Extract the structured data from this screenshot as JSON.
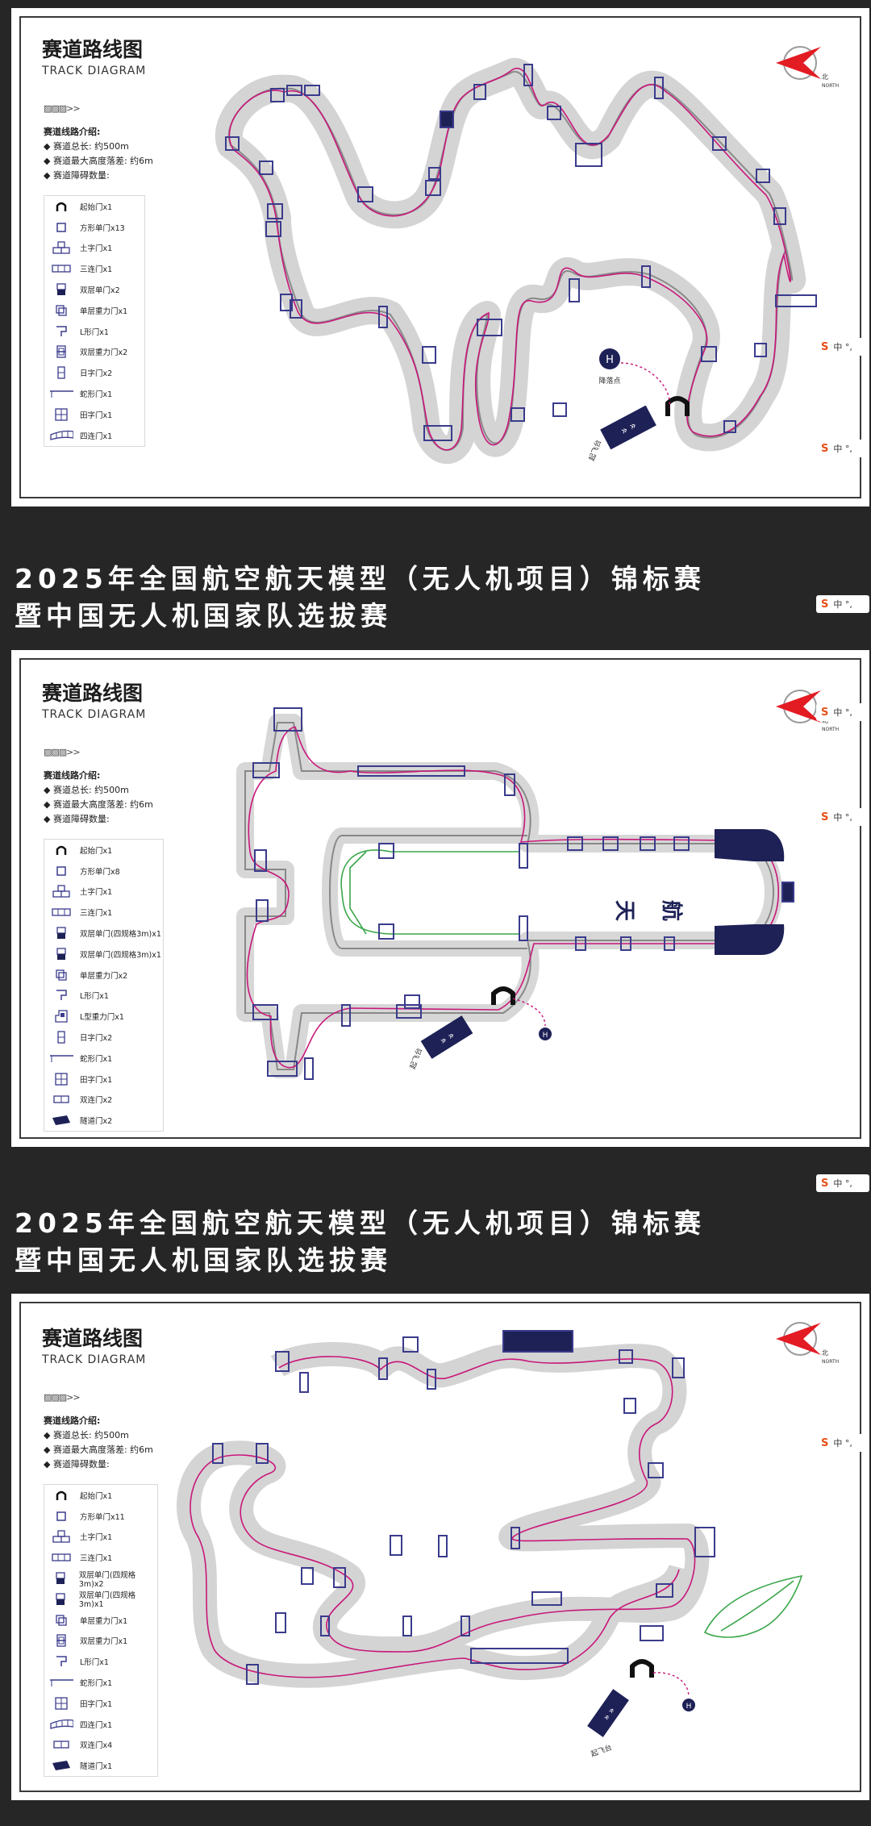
{
  "headers": [
    {
      "line1": "2025年全国航空航天模型（无人机项目）锦标赛",
      "line2": "暨中国无人机国家队选拔赛"
    },
    {
      "line1": "2025年全国航空航天模型（无人机项目）锦标赛",
      "line2": "暨中国无人机国家队选拔赛"
    }
  ],
  "panels": [
    {
      "title": "赛道路线图",
      "subtitle": "TRACK DIAGRAM",
      "arrows": "▨▨▨>>",
      "info_title": "赛道线路介绍:",
      "info": [
        "◆ 赛道总长: 约500m",
        "◆ 赛道最大高度落差: 约6m",
        "◆ 赛道障碍数量:"
      ],
      "legend": [
        {
          "icon": "start-gate-icon",
          "label": "起始门x1"
        },
        {
          "icon": "square-gate-icon",
          "label": "方形单门x13"
        },
        {
          "icon": "tu-gate-icon",
          "label": "土字门x1"
        },
        {
          "icon": "triple-gate-icon",
          "label": "三连门x1"
        },
        {
          "icon": "double-layer-gate-icon",
          "label": "双层单门x2"
        },
        {
          "icon": "single-stack-gate-icon",
          "label": "单层重力门x1"
        },
        {
          "icon": "l-gate-icon",
          "label": "L形门x1"
        },
        {
          "icon": "double-stack-gate-icon",
          "label": "双层重力门x2"
        },
        {
          "icon": "ri-gate-icon",
          "label": "日字门x2"
        },
        {
          "icon": "snake-gate-icon",
          "label": "蛇形门x1"
        },
        {
          "icon": "tian-gate-icon",
          "label": "田字门x1"
        },
        {
          "icon": "quad-gate-icon",
          "label": "四连门x1"
        }
      ],
      "compass_label": "北\nNORTH",
      "landing_label": "降落点",
      "takeoff_label": "起飞台",
      "h_label": "H"
    },
    {
      "title": "赛道路线图",
      "subtitle": "TRACK DIAGRAM",
      "arrows": "▨▨▨>>",
      "info_title": "赛道线路介绍:",
      "info": [
        "◆ 赛道总长: 约500m",
        "◆ 赛道最大高度落差: 约6m",
        "◆ 赛道障碍数量:"
      ],
      "legend": [
        {
          "icon": "start-gate-icon",
          "label": "起始门x1"
        },
        {
          "icon": "square-gate-icon",
          "label": "方形单门x8"
        },
        {
          "icon": "tu-gate-icon",
          "label": "土字门x1"
        },
        {
          "icon": "triple-gate-icon",
          "label": "三连门x1"
        },
        {
          "icon": "double-layer-gate-icon",
          "label": "双层单门(四规格3m)x1"
        },
        {
          "icon": "double-layer-gate-icon",
          "label": "双层单门(四规格3m)x1"
        },
        {
          "icon": "single-stack-gate-icon",
          "label": "单层重力门x2"
        },
        {
          "icon": "l-gate-icon",
          "label": "L形门x1"
        },
        {
          "icon": "l-stack-gate-icon",
          "label": "L型重力门x1"
        },
        {
          "icon": "ri-gate-icon",
          "label": "日字门x2"
        },
        {
          "icon": "snake-gate-icon",
          "label": "蛇形门x1"
        },
        {
          "icon": "tian-gate-icon",
          "label": "田字门x1"
        },
        {
          "icon": "dual-gate-icon",
          "label": "双连门x2"
        },
        {
          "icon": "tunnel-gate-icon",
          "label": "隧道门x2"
        }
      ],
      "fuselage_text": [
        "航",
        "天"
      ],
      "compass_label": "北\nNORTH",
      "takeoff_label": "起飞台",
      "h_label": "H"
    },
    {
      "title": "赛道路线图",
      "subtitle": "TRACK DIAGRAM",
      "arrows": "▨▨▨>>",
      "info_title": "赛道线路介绍:",
      "info": [
        "◆ 赛道总长: 约500m",
        "◆ 赛道最大高度落差: 约6m",
        "◆ 赛道障碍数量:"
      ],
      "legend": [
        {
          "icon": "start-gate-icon",
          "label": "起始门x1"
        },
        {
          "icon": "square-gate-icon",
          "label": "方形单门x11"
        },
        {
          "icon": "tu-gate-icon",
          "label": "土字门x1"
        },
        {
          "icon": "triple-gate-icon",
          "label": "三连门x1"
        },
        {
          "icon": "double-layer-gate-icon",
          "label": "双层单门(四规格3m)x2"
        },
        {
          "icon": "double-layer-gate-icon",
          "label": "双层单门(四规格3m)x1"
        },
        {
          "icon": "single-stack-gate-icon",
          "label": "单层重力门x1"
        },
        {
          "icon": "double-stack-gate-icon",
          "label": "双层重力门x1"
        },
        {
          "icon": "l-gate-icon",
          "label": "L形门x1"
        },
        {
          "icon": "snake-gate-icon",
          "label": "蛇形门x1"
        },
        {
          "icon": "tian-gate-icon",
          "label": "田字门x1"
        },
        {
          "icon": "quad-gate-icon",
          "label": "四连门x1"
        },
        {
          "icon": "dual-gate-icon",
          "label": "双连门x4"
        },
        {
          "icon": "tunnel-gate-icon",
          "label": "隧道门x1"
        }
      ],
      "compass_label": "北\nNORTH",
      "takeoff_label": "起飞台",
      "h_label": "H"
    }
  ],
  "side_badges": [
    {
      "s": "S",
      "text": "中 °,"
    },
    {
      "s": "S",
      "text": "中 °,"
    },
    {
      "s": "S",
      "text": "中 °,"
    },
    {
      "s": "S",
      "text": "中 °,"
    },
    {
      "s": "S",
      "text": "中 °,"
    },
    {
      "s": "S",
      "text": "中 °,"
    },
    {
      "s": "S",
      "text": "中 °,"
    }
  ],
  "colors": {
    "track": "#cfcfcf",
    "route": "#c8177a",
    "gate": "#3a3b8c",
    "dark": "#1e2156",
    "green": "#3aa64a",
    "compass": "#e31b23"
  }
}
